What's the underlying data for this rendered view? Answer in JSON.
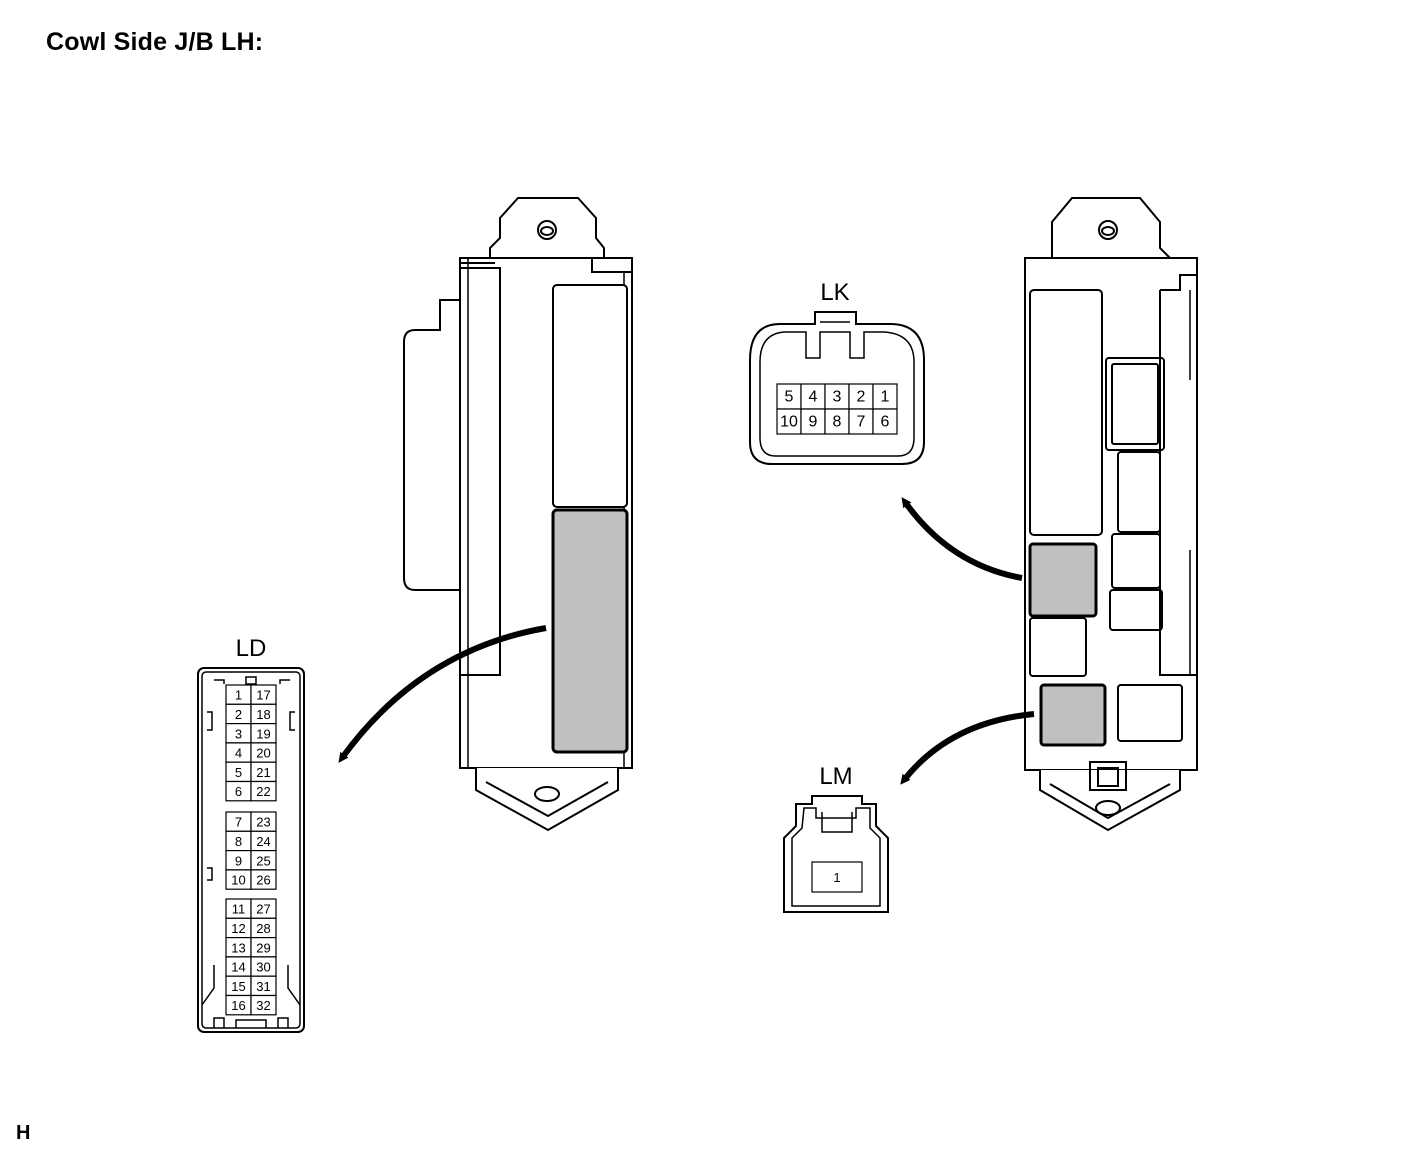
{
  "title": "Cowl Side J/B LH:",
  "footer_code": "H",
  "colors": {
    "highlight": "#c0c0c0",
    "line": "#000000",
    "background": "#ffffff"
  },
  "connectors": {
    "LD": {
      "label": "LD",
      "pin_groups": [
        [
          [
            "1",
            "17"
          ],
          [
            "2",
            "18"
          ],
          [
            "3",
            "19"
          ],
          [
            "4",
            "20"
          ],
          [
            "5",
            "21"
          ],
          [
            "6",
            "22"
          ]
        ],
        [
          [
            "7",
            "23"
          ],
          [
            "8",
            "24"
          ],
          [
            "9",
            "25"
          ],
          [
            "10",
            "26"
          ]
        ],
        [
          [
            "11",
            "27"
          ],
          [
            "12",
            "28"
          ],
          [
            "13",
            "29"
          ],
          [
            "14",
            "30"
          ],
          [
            "15",
            "31"
          ],
          [
            "16",
            "32"
          ]
        ]
      ]
    },
    "LK": {
      "label": "LK",
      "pin_rows": [
        [
          "5",
          "4",
          "3",
          "2",
          "1"
        ],
        [
          "10",
          "9",
          "8",
          "7",
          "6"
        ]
      ]
    },
    "LM": {
      "label": "LM",
      "pins": [
        "1"
      ]
    }
  }
}
